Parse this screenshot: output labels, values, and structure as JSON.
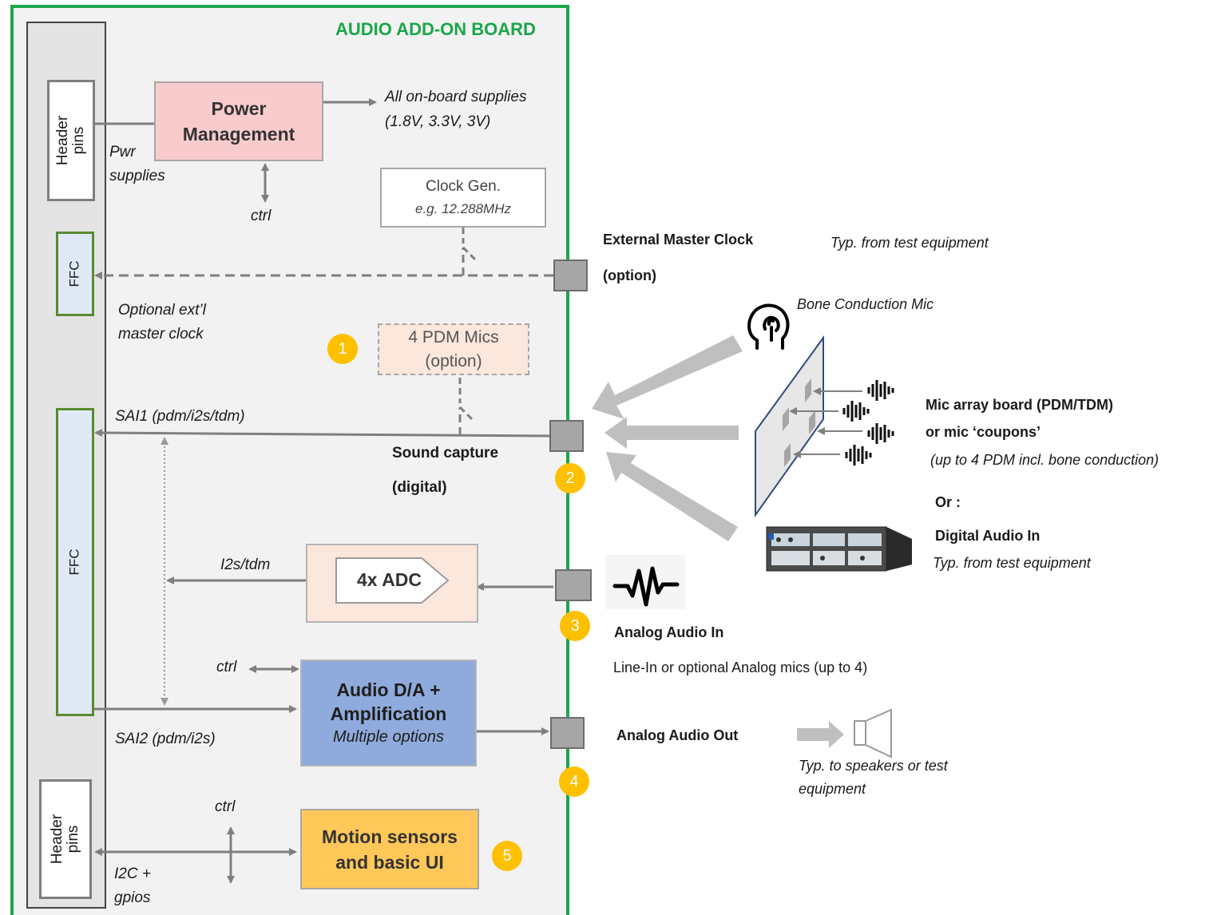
{
  "board": {
    "title": "AUDIO ADD-ON BOARD"
  },
  "left": {
    "header_top": "Header pins",
    "header_bottom": "Header pins",
    "ffc_top": "FFC",
    "ffc_main": "FFC",
    "pwr_supplies": "Pwr supplies",
    "optional_clock": "Optional ext’l master clock",
    "sai1": "SAI1 (pdm/i2s/tdm)",
    "sai2": "SAI2 (pdm/i2s)",
    "i2c": "I2C + gpios"
  },
  "blocks": {
    "power_mgmt": "Power Management",
    "supplies_out": "All on-board supplies (1.8V, 3.3V, 3V)",
    "pm_ctrl": "ctrl",
    "clock_gen": "Clock Gen.",
    "clock_freq": "e.g. 12.288MHz",
    "pdm_mics": "4 PDM Mics (option)",
    "sound_capture": "Sound capture",
    "sound_capture_sub": "(digital)",
    "i2s_tdm": "I2s/tdm",
    "adc": "4x ADC",
    "dac_ctrl": "ctrl",
    "dac_title": "Audio D/A + Amplification",
    "dac_sub": "Multiple options",
    "motion_ctrl": "ctrl",
    "motion": "Motion sensors and basic UI"
  },
  "badges": [
    "1",
    "2",
    "3",
    "4",
    "5"
  ],
  "right": {
    "ext_clock": "External Master Clock",
    "ext_clock_opt": "(option)",
    "ext_clock_note": "Typ. from test equipment",
    "bone_mic": "Bone Conduction Mic",
    "mic_array": "Mic array board (PDM/TDM)",
    "mic_coupons": "or mic ‘coupons’",
    "mic_note": "(up to 4 PDM incl. bone conduction)",
    "or": "Or :",
    "digital_in": "Digital Audio In",
    "digital_note": "Typ. from test equipment",
    "analog_in": "Analog Audio In",
    "analog_in_note": "Line-In or optional Analog mics (up to 4)",
    "analog_out": "Analog Audio Out",
    "analog_out_note": "Typ. to speakers or test equipment"
  },
  "icons": [
    "head-mic-icon",
    "sound-wave-icon",
    "analog-waveform-icon",
    "speaker-icon",
    "test-equipment-icon"
  ],
  "colors": {
    "board_border": "#1aa64a",
    "power": "#f8cccc",
    "dac": "#8faadc",
    "motion": "#ffc859",
    "badge": "#ffc000"
  }
}
